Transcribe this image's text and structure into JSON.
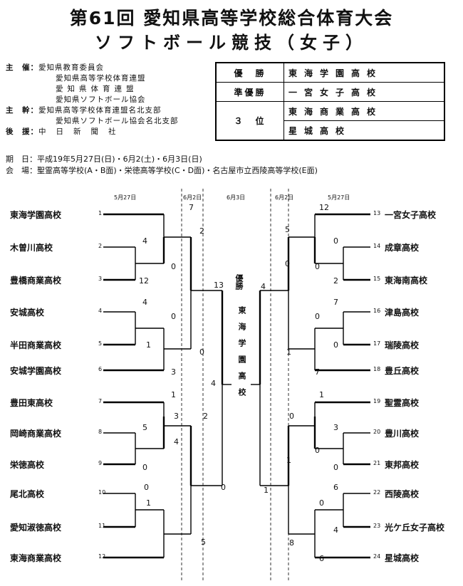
{
  "title_line1": "第61回 愛知県高等学校総合体育大会",
  "title_line2": "ソフトボール競技（女子）",
  "organizers": {
    "shusai_label": "主　催：",
    "shusai": [
      "愛知県教育委員会",
      "愛知県高等学校体育連盟",
      "愛知県体育連盟",
      "愛知県ソフトボール協会"
    ],
    "shukan_label": "主　幹：",
    "shukan": [
      "愛知県高等学校体育連盟名北支部",
      "愛知県ソフトボール協会名北支部"
    ],
    "koen_label": "後　援：",
    "koen": [
      "中日新聞社"
    ]
  },
  "results": {
    "winner_label": "優　勝",
    "winner": "東海学園高校",
    "runner_label": "準優勝",
    "runner": "一宮女子高校",
    "third_label": "３　位",
    "third": [
      "東海商業高校",
      "星城高校"
    ]
  },
  "period": "期　日：平成19年5月27日(日)・6月2(土)・6月3日(日)",
  "venue": "会　場：聖霊高等学校(A・B面)・栄徳高等学校(C・D面)・名古屋市立西陵高等学校(E面)",
  "round_dates": [
    "5月27日",
    "6月2日",
    "6月3日",
    "6月2日",
    "5月27日"
  ],
  "teams_left": [
    {
      "name": "東海学園高校",
      "seed": "1"
    },
    {
      "name": "木曽川高校",
      "seed": "2"
    },
    {
      "name": "豊橋商業高校",
      "seed": "3"
    },
    {
      "name": "安城高校",
      "seed": "4"
    },
    {
      "name": "半田商業高校",
      "seed": "5"
    },
    {
      "name": "安城学園高校",
      "seed": "6"
    },
    {
      "name": "豊田東高校",
      "seed": "7"
    },
    {
      "name": "岡崎商業高校",
      "seed": "8"
    },
    {
      "name": "栄徳高校",
      "seed": "9"
    },
    {
      "name": "尾北高校",
      "seed": "10"
    },
    {
      "name": "愛知淑徳高校",
      "seed": "11"
    },
    {
      "name": "東海商業高校",
      "seed": "12"
    }
  ],
  "teams_right": [
    {
      "name": "一宮女子高校",
      "seed": "13"
    },
    {
      "name": "成章高校",
      "seed": "14"
    },
    {
      "name": "東海南高校",
      "seed": "15"
    },
    {
      "name": "津島高校",
      "seed": "16"
    },
    {
      "name": "瑞陵高校",
      "seed": "17"
    },
    {
      "name": "豊丘高校",
      "seed": "18"
    },
    {
      "name": "聖霊高校",
      "seed": "19"
    },
    {
      "name": "豊川高校",
      "seed": "20"
    },
    {
      "name": "東邦高校",
      "seed": "21"
    },
    {
      "name": "西陵高校",
      "seed": "22"
    },
    {
      "name": "光ケ丘女子高校",
      "seed": "23"
    },
    {
      "name": "星城高校",
      "seed": "24"
    }
  ],
  "champion_label": "優勝",
  "champion_name": "東海学園高校",
  "scores_left": [
    "7",
    "4",
    "0",
    "12",
    "4",
    "0",
    "1",
    "3",
    "1",
    "5",
    "3",
    "0",
    "0",
    "1",
    "4",
    "2",
    "0",
    "2",
    "13",
    "4",
    "0",
    "5"
  ],
  "scores_right": [
    "12",
    "0",
    "0",
    "2",
    "7",
    "0",
    "0",
    "7",
    "1",
    "3",
    "0",
    "0",
    "6",
    "0",
    "4",
    "6",
    "5",
    "0",
    "1",
    "0",
    "1",
    "8",
    "4",
    "1"
  ]
}
